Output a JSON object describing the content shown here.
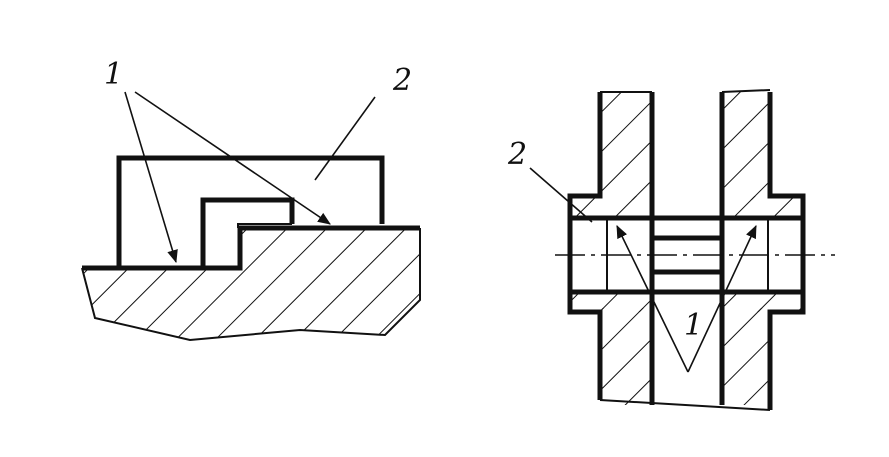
{
  "left_figure": {
    "callout_1": "1",
    "callout_2": "2"
  },
  "right_figure": {
    "callout_1": "1",
    "callout_2": "2"
  },
  "colors": {
    "ink": "#111111",
    "background": "#ffffff"
  }
}
